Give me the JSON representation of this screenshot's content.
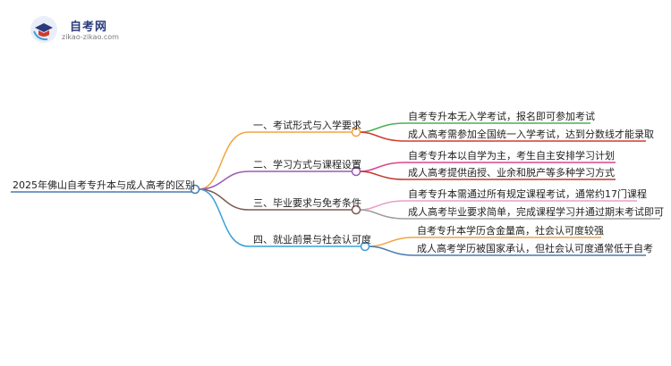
{
  "logo": {
    "title": "自考网",
    "subtitle": "zikao-zikao.com"
  },
  "mindmap": {
    "root": "2025年佛山自考专升本与成人高考的区别",
    "branches": [
      {
        "label": "一、考试形式与入学要求",
        "color": "#f4a340",
        "leaves": [
          {
            "text": "自考专升本无入学考试，报名即可参加考试",
            "color": "#4caf50"
          },
          {
            "text": "成人高考需参加全国统一入学考试，达到分数线才能录取",
            "color": "#d33a2c"
          }
        ]
      },
      {
        "label": "二、学习方式与课程设置",
        "color": "#9b59b6",
        "leaves": [
          {
            "text": "自考专升本以自学为主，考生自主安排学习计划",
            "color": "#d9468f"
          },
          {
            "text": "成人高考提供函授、业余和脱产等多种学习方式",
            "color": "#c0392b"
          }
        ]
      },
      {
        "label": "三、毕业要求与免考条件",
        "color": "#7d5a50",
        "leaves": [
          {
            "text": "自考专升本需通过所有规定课程考试，通常约17门课程",
            "color": "#e8a0c8"
          },
          {
            "text": "成人高考毕业要求简单，完成课程学习并通过期末考试即可",
            "color": "#9e9e9e"
          }
        ]
      },
      {
        "label": "四、就业前景与社会认可度",
        "color": "#3aa0d8",
        "leaves": [
          {
            "text": "自考专升本学历含金量高，社会认可度较强",
            "color": "#f4a340"
          },
          {
            "text": "成人高考学历被国家承认，但社会认可度通常低于自考",
            "color": "#4a7ab0"
          }
        ]
      }
    ]
  }
}
